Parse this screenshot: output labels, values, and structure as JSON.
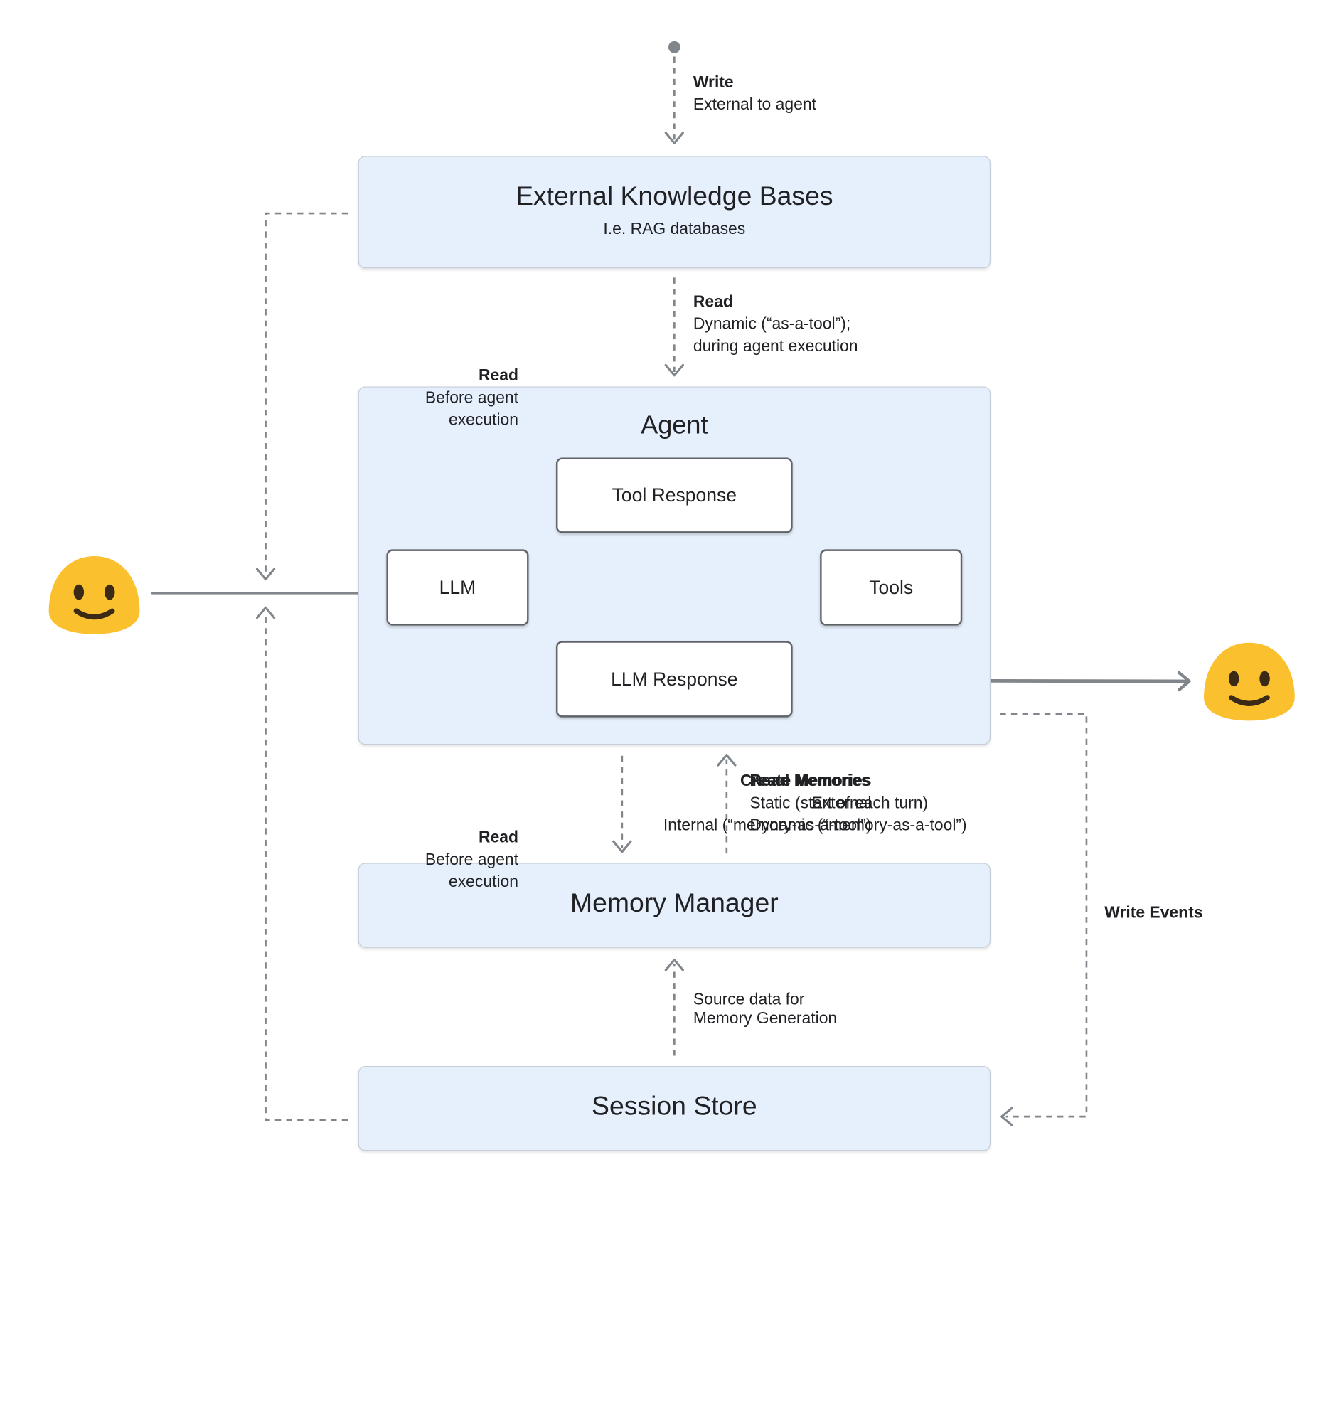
{
  "colors": {
    "panel_fill": "#e6effc",
    "line": "#80868b",
    "face": "#fbc02d"
  },
  "knowledge": {
    "title": "External Knowledge Bases",
    "subtitle": "I.e. RAG databases"
  },
  "agent": {
    "title": "Agent",
    "tool_response": "Tool Response",
    "llm": "LLM",
    "tools": "Tools",
    "llm_response": "LLM Response"
  },
  "memory_manager": {
    "title": "Memory Manager"
  },
  "session_store": {
    "title": "Session Store"
  },
  "labels": {
    "write_top": {
      "title": "Write",
      "line1": "External to agent"
    },
    "read_dynamic": {
      "title": "Read",
      "line1": "Dynamic (“as-a-tool”);",
      "line2": "during agent execution"
    },
    "read_before_top": {
      "title": "Read",
      "line1": "Before agent",
      "line2": "execution"
    },
    "read_before_bottom": {
      "title": "Read",
      "line1": "Before agent",
      "line2": "execution"
    },
    "create_memories": {
      "title": "Create Memories",
      "line1": "External",
      "line2": "Internal (“memory-as-a-tool”)"
    },
    "read_memories": {
      "title": "Read Memories",
      "line1": "Static (start of each turn)",
      "line2": "Dynamic (“memory-as-a-tool”)"
    },
    "write_events": {
      "title": "Write Events"
    },
    "source_data": {
      "line1": "Source data for",
      "line2": "Memory Generation"
    }
  },
  "icons": {
    "user_left": "smiley-face-icon",
    "user_right": "smiley-face-icon"
  }
}
